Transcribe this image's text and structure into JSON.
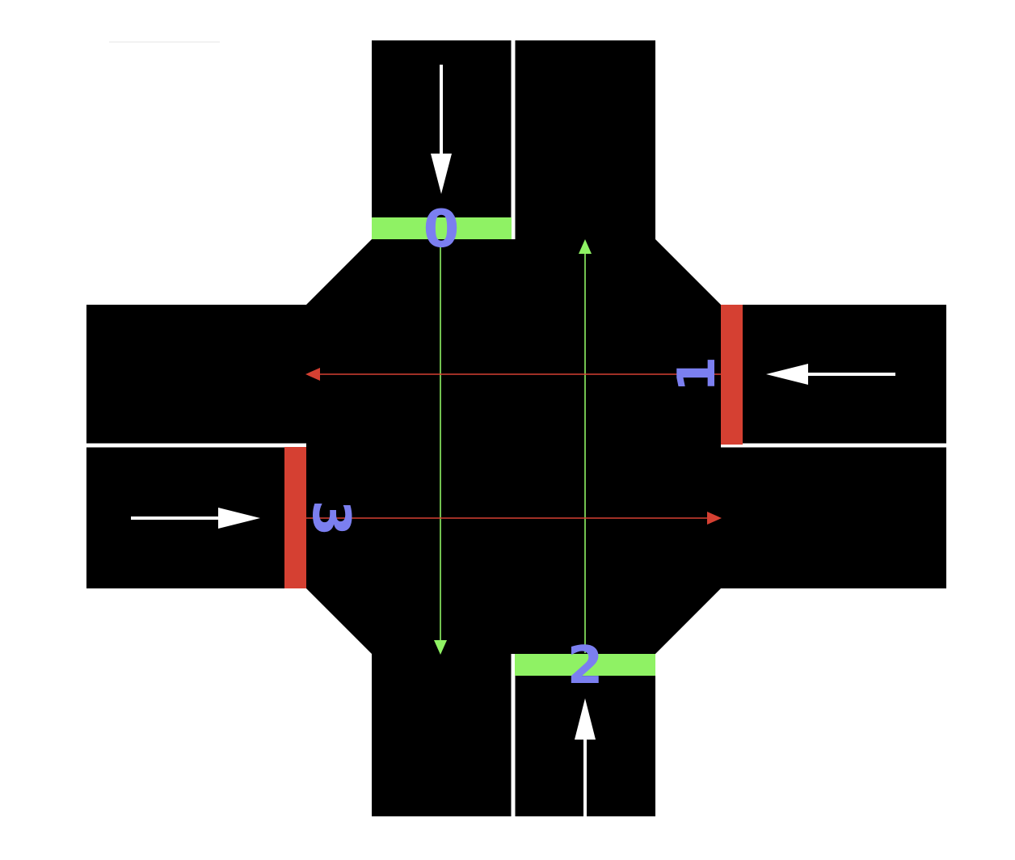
{
  "colors": {
    "road": "#000000",
    "background": "#ffffff",
    "lane_divider": "#ffffff",
    "entry_arrow": "#ffffff",
    "signal_green": "#8ff264",
    "signal_red": "#d54032",
    "label": "#7b7ff0"
  },
  "signals": [
    {
      "label": "0",
      "approach": "north",
      "state": "green"
    },
    {
      "label": "1",
      "approach": "east",
      "state": "red"
    },
    {
      "label": "2",
      "approach": "south",
      "state": "green"
    },
    {
      "label": "3",
      "approach": "west",
      "state": "red"
    }
  ]
}
